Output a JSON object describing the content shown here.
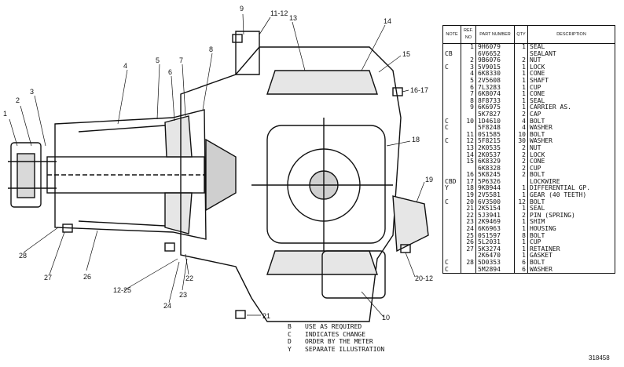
{
  "callouts": [
    {
      "label": "1"
    },
    {
      "label": "2"
    },
    {
      "label": "3"
    },
    {
      "label": "4"
    },
    {
      "label": "5"
    },
    {
      "label": "6"
    },
    {
      "label": "7"
    },
    {
      "label": "8"
    },
    {
      "label": "9"
    },
    {
      "label": "10"
    },
    {
      "label": "11-12"
    },
    {
      "label": "12-25"
    },
    {
      "label": "13"
    },
    {
      "label": "14"
    },
    {
      "label": "15"
    },
    {
      "label": "16-17"
    },
    {
      "label": "18"
    },
    {
      "label": "19"
    },
    {
      "label": "20-12"
    },
    {
      "label": "21"
    },
    {
      "label": "22"
    },
    {
      "label": "23"
    },
    {
      "label": "24"
    },
    {
      "label": "26"
    },
    {
      "label": "27"
    },
    {
      "label": "28"
    }
  ],
  "table": {
    "headers": {
      "note": "NOTE",
      "ref": "REF. NO",
      "part": "PART NUMBER",
      "qty": "QTY",
      "desc": "DESCRIPTION"
    },
    "rows": [
      {
        "note": "",
        "ref": "1",
        "part": "9H6079",
        "qty": "1",
        "desc": "SEAL"
      },
      {
        "note": "CB",
        "ref": "",
        "part": "6V6652",
        "qty": "",
        "desc": "SEALANT"
      },
      {
        "note": "",
        "ref": "2",
        "part": "9B6076",
        "qty": "2",
        "desc": "NUT"
      },
      {
        "note": "C",
        "ref": "3",
        "part": "5V9015",
        "qty": "1",
        "desc": "LOCK"
      },
      {
        "note": "",
        "ref": "4",
        "part": "6K8330",
        "qty": "1",
        "desc": "CONE"
      },
      {
        "note": "",
        "ref": "5",
        "part": "2V5608",
        "qty": "1",
        "desc": "SHAFT"
      },
      {
        "note": "",
        "ref": "6",
        "part": "7L3283",
        "qty": "1",
        "desc": "CUP"
      },
      {
        "note": "",
        "ref": "7",
        "part": "6K8074",
        "qty": "1",
        "desc": "CONE"
      },
      {
        "note": "",
        "ref": "8",
        "part": "8F8733",
        "qty": "1",
        "desc": "SEAL"
      },
      {
        "note": "",
        "ref": "9",
        "part": "6K6975",
        "qty": "1",
        "desc": "CARRIER AS."
      },
      {
        "note": "",
        "ref": "",
        "part": "5K7827",
        "qty": "2",
        "desc": "  CAP"
      },
      {
        "note": "C",
        "ref": "10",
        "part": "1D4610",
        "qty": "4",
        "desc": "  BOLT"
      },
      {
        "note": "C",
        "ref": "",
        "part": "5F8248",
        "qty": "4",
        "desc": "  WASHER"
      },
      {
        "note": "",
        "ref": "11",
        "part": "0S1585",
        "qty": "10",
        "desc": "BOLT"
      },
      {
        "note": "C",
        "ref": "12",
        "part": "5F8215",
        "qty": "30",
        "desc": "WASHER"
      },
      {
        "note": "",
        "ref": "13",
        "part": "2K0535",
        "qty": "2",
        "desc": "NUT"
      },
      {
        "note": "",
        "ref": "14",
        "part": "2K0537",
        "qty": "2",
        "desc": "LOCK"
      },
      {
        "note": "",
        "ref": "15",
        "part": "6K8329",
        "qty": "2",
        "desc": "CONE"
      },
      {
        "note": "",
        "ref": "",
        "part": "6K8328",
        "qty": "2",
        "desc": "CUP"
      },
      {
        "note": "",
        "ref": "16",
        "part": "5K8245",
        "qty": "2",
        "desc": "BOLT"
      },
      {
        "note": "CBD",
        "ref": "17",
        "part": "5P6326",
        "qty": "",
        "desc": "LOCKWIRE"
      },
      {
        "note": "Y",
        "ref": "18",
        "part": "9K8944",
        "qty": "1",
        "desc": "DIFFERENTIAL GP."
      },
      {
        "note": "",
        "ref": "19",
        "part": "2V5581",
        "qty": "1",
        "desc": "GEAR (40 TEETH)"
      },
      {
        "note": "C",
        "ref": "20",
        "part": "6V3500",
        "qty": "12",
        "desc": "BOLT"
      },
      {
        "note": "",
        "ref": "21",
        "part": "2K5154",
        "qty": "1",
        "desc": "SEAL"
      },
      {
        "note": "",
        "ref": "22",
        "part": "5J3941",
        "qty": "2",
        "desc": "PIN (SPRING)"
      },
      {
        "note": "",
        "ref": "23",
        "part": "2K9469",
        "qty": "1",
        "desc": "SHIM"
      },
      {
        "note": "",
        "ref": "24",
        "part": "6K6963",
        "qty": "1",
        "desc": "HOUSING"
      },
      {
        "note": "",
        "ref": "25",
        "part": "0S1597",
        "qty": "8",
        "desc": "BOLT"
      },
      {
        "note": "",
        "ref": "26",
        "part": "5L2031",
        "qty": "1",
        "desc": "CUP"
      },
      {
        "note": "",
        "ref": "27",
        "part": "5K3274",
        "qty": "1",
        "desc": "RETAINER"
      },
      {
        "note": "",
        "ref": "",
        "part": "2K6470",
        "qty": "1",
        "desc": "GASKET"
      },
      {
        "note": "C",
        "ref": "28",
        "part": "5D0353",
        "qty": "6",
        "desc": "BOLT"
      },
      {
        "note": "C",
        "ref": "",
        "part": "5M2894",
        "qty": "6",
        "desc": "WASHER"
      }
    ]
  },
  "legend": [
    {
      "code": "B",
      "text": "USE AS REQUIRED"
    },
    {
      "code": "C",
      "text": "INDICATES CHANGE"
    },
    {
      "code": "D",
      "text": "ORDER BY THE METER"
    },
    {
      "code": "Y",
      "text": "SEPARATE ILLUSTRATION"
    }
  ],
  "illustration_number": "318458"
}
